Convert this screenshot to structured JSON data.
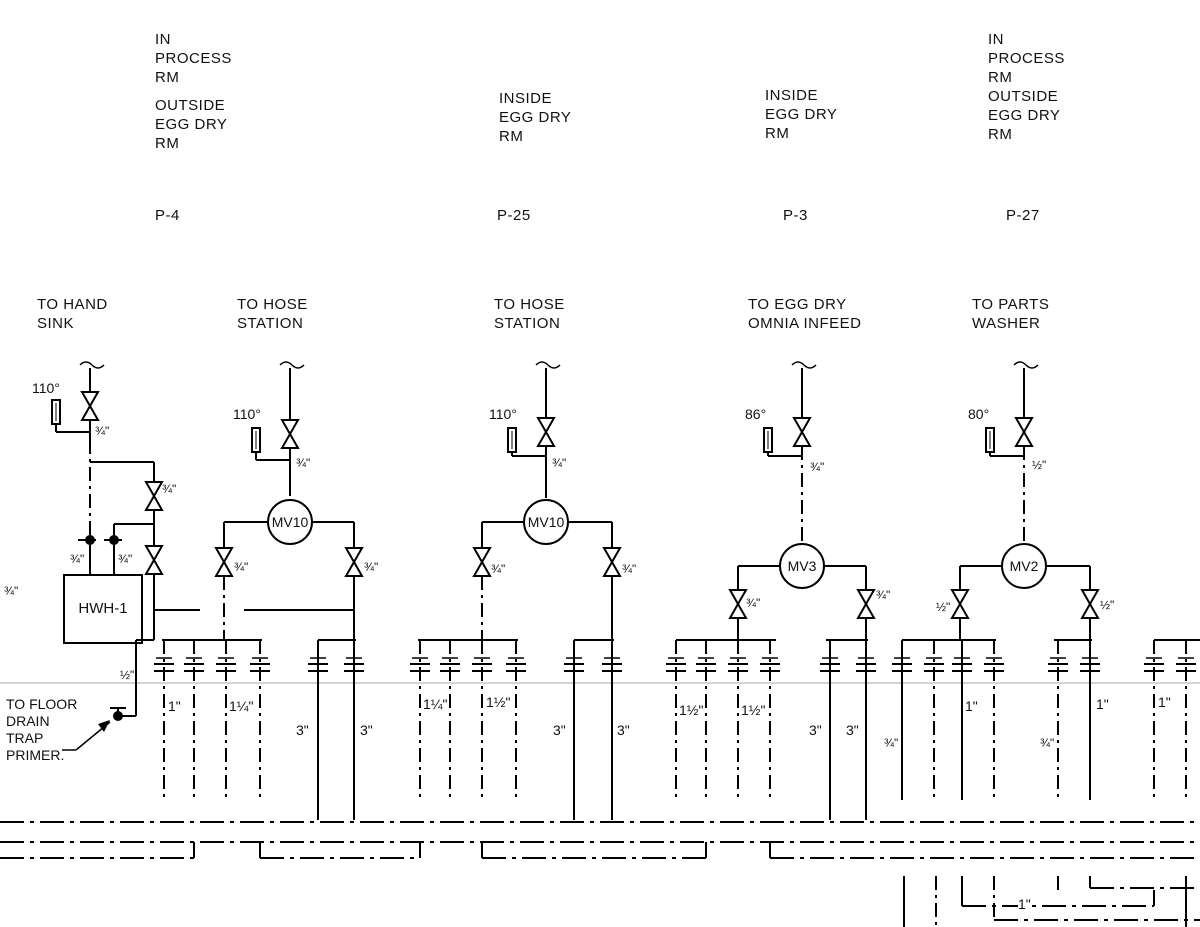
{
  "locations": [
    {
      "line1": "IN\nPROCESS\nRM",
      "line2": "OUTSIDE\nEGG DRY\nRM"
    },
    {
      "line1": "INSIDE\nEGG DRY\nRM"
    },
    {
      "line1": "INSIDE\nEGG DRY\nRM"
    },
    {
      "line1": "IN\nPROCESS\nRM\nOUTSIDE\nEGG DRY\nRM"
    }
  ],
  "pumps": [
    "P-4",
    "P-25",
    "P-3",
    "P-27"
  ],
  "destinations": [
    "TO HAND\nSINK",
    "TO HOSE\nSTATION",
    "TO HOSE\nSTATION",
    "TO EGG DRY\nOMNIA INFEED",
    "TO PARTS\nWASHER"
  ],
  "temperatures": [
    "110°",
    "110°",
    "110°",
    "86°",
    "80°"
  ],
  "mixing_valves": [
    "MV10",
    "MV10",
    "MV3",
    "MV2"
  ],
  "heater": "HWH-1",
  "floor_drain_note": "TO FLOOR\nDRAIN\nTRAP\nPRIMER.",
  "pipe_sizes": {
    "three_quarter": "¾\"",
    "half": "½\"",
    "one": "1\"",
    "one_quarter": "1¼\"",
    "one_half": "1½\"",
    "three": "3\""
  }
}
